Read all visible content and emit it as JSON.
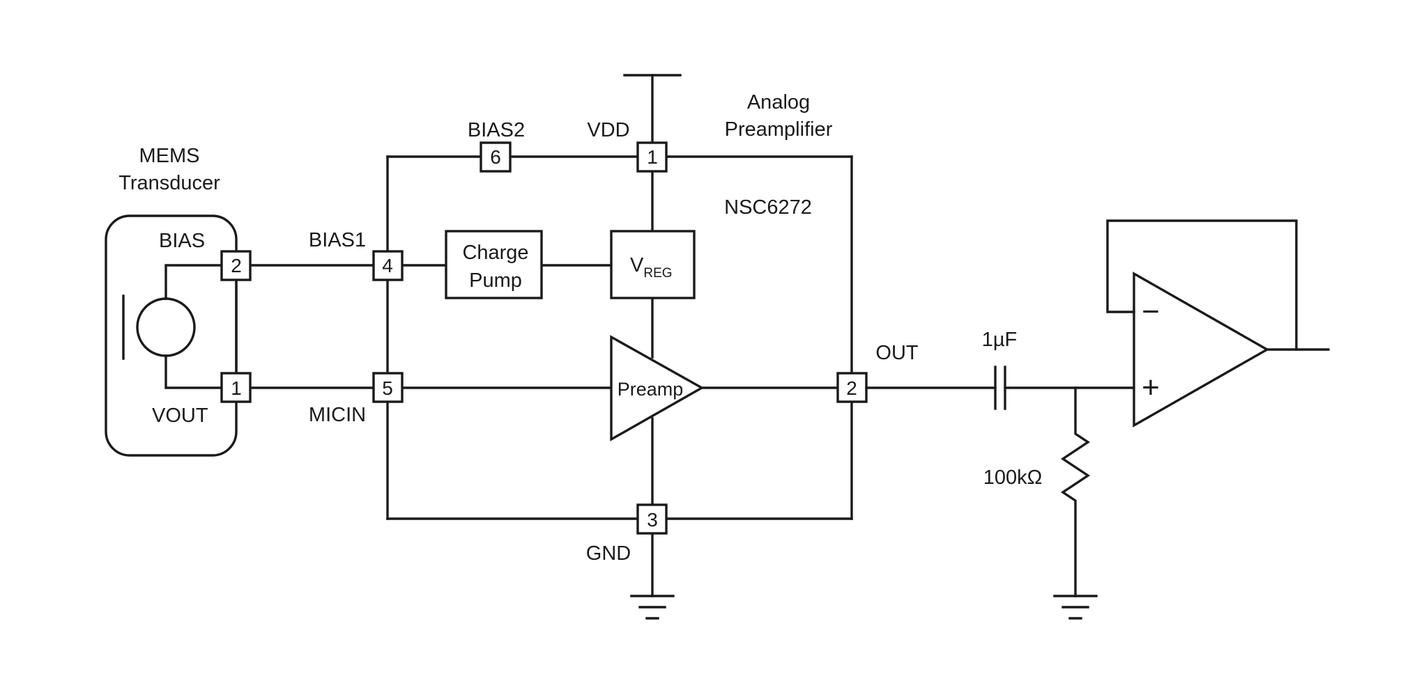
{
  "labels": {
    "mems_title_1": "MEMS",
    "mems_title_2": "Transducer",
    "mems_bias": "BIAS",
    "mems_vout": "VOUT",
    "bias1": "BIAS1",
    "micin": "MICIN",
    "bias2": "BIAS2",
    "vdd": "VDD",
    "gnd": "GND",
    "out": "OUT",
    "preamp_title_1": "Analog",
    "preamp_title_2": "Preamplifier",
    "part_number": "NSC6272"
  },
  "blocks": {
    "charge_pump_1": "Charge",
    "charge_pump_2": "Pump",
    "vreg_main": "V",
    "vreg_sub": "REG",
    "preamp": "Preamp"
  },
  "pins": {
    "mems_bias": "2",
    "mems_vout": "1",
    "vdd": "1",
    "bias2": "6",
    "bias1": "4",
    "micin": "5",
    "out": "2",
    "gnd": "3"
  },
  "components": {
    "capacitor": "1µF",
    "resistor": "100kΩ",
    "opamp_minus": "−",
    "opamp_plus": "+"
  }
}
